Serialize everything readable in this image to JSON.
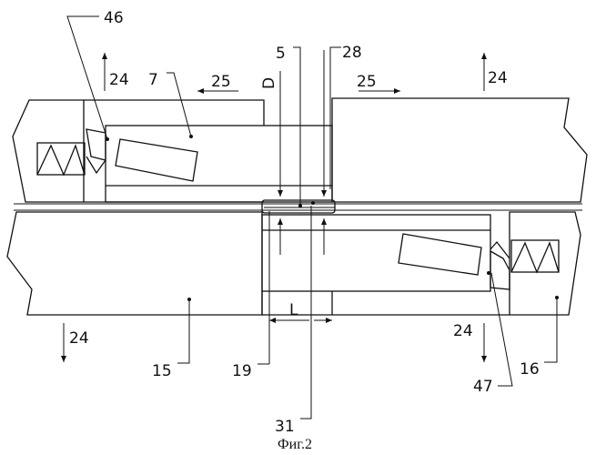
{
  "figure": {
    "caption": "Фиг.2",
    "labels": {
      "l46": "46",
      "l24_tl": "24",
      "l7": "7",
      "l25_l": "25",
      "lD": "D",
      "l5": "5",
      "l28": "28",
      "l25_r": "25",
      "l24_tr": "24",
      "lL": "L",
      "l24_bl": "24",
      "l15": "15",
      "l19": "19",
      "l31": "31",
      "l24_br": "24",
      "l47": "47",
      "l16": "16"
    }
  }
}
